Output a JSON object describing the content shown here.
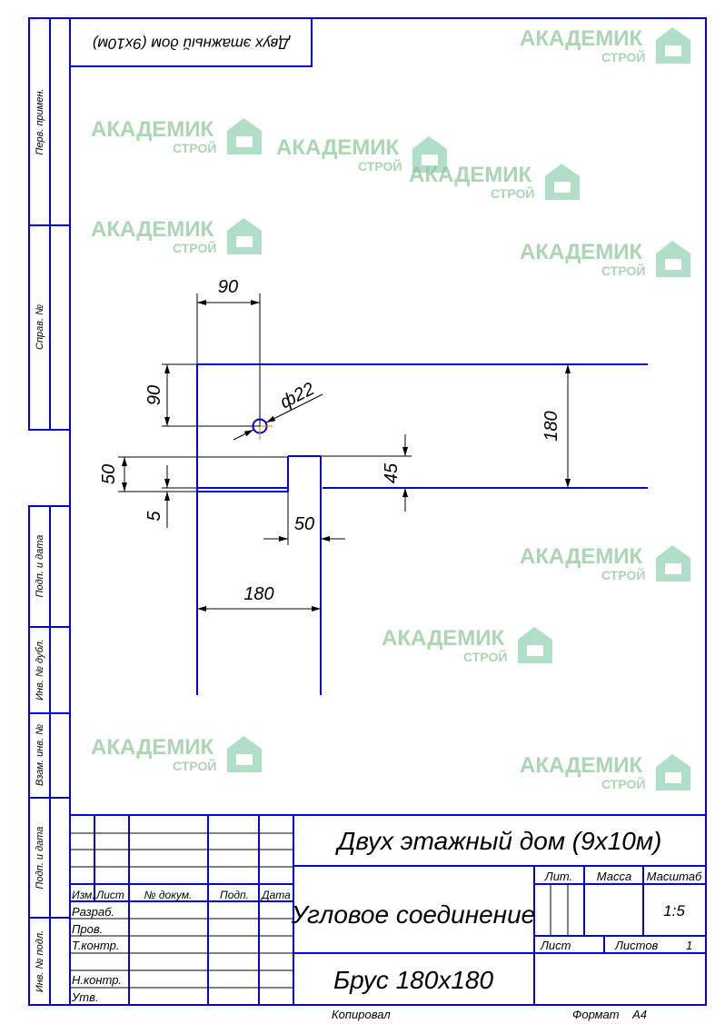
{
  "sheet": {
    "rotated_title": "Двух этажный дом (9х10м)",
    "side_labels": [
      "Перв. примен.",
      "Справ. №",
      "Подп. и дата",
      "Инв. № дубл.",
      "Взам. инв. №",
      "Подп. и дата",
      "Инв. № подл."
    ],
    "footer_copied": "Копировал",
    "footer_format": "Формат    А4"
  },
  "drawing": {
    "dim_top_90": "90",
    "dim_left_90": "90",
    "dim_hole": "ф22",
    "dim_180_right": "180",
    "dim_50_left": "50",
    "dim_5": "5",
    "dim_45": "45",
    "dim_50_bottom": "50",
    "dim_180_bottom": "180"
  },
  "title_block": {
    "project": "Двух этажный дом (9х10м)",
    "drawing_name": "Угловое соединение",
    "material": "Брус 180х180",
    "headers": {
      "izm": "Изм.",
      "list": "Лист",
      "doc_no": "№ докум.",
      "sign": "Подп.",
      "date": "Дата"
    },
    "roles": [
      "Разраб.",
      "Пров.",
      "Т.контр.",
      "",
      "Н.контр.",
      "Утв."
    ],
    "lit_label": "Лит.",
    "mass_label": "Масса",
    "scale_label": "Масштаб",
    "scale_value": "1:5",
    "sheet_label": "Лист",
    "sheets_label": "Листов",
    "sheets_value": "1"
  },
  "watermark": {
    "line1": "АКАДЕМИК",
    "line2": "СТРОЙ"
  }
}
